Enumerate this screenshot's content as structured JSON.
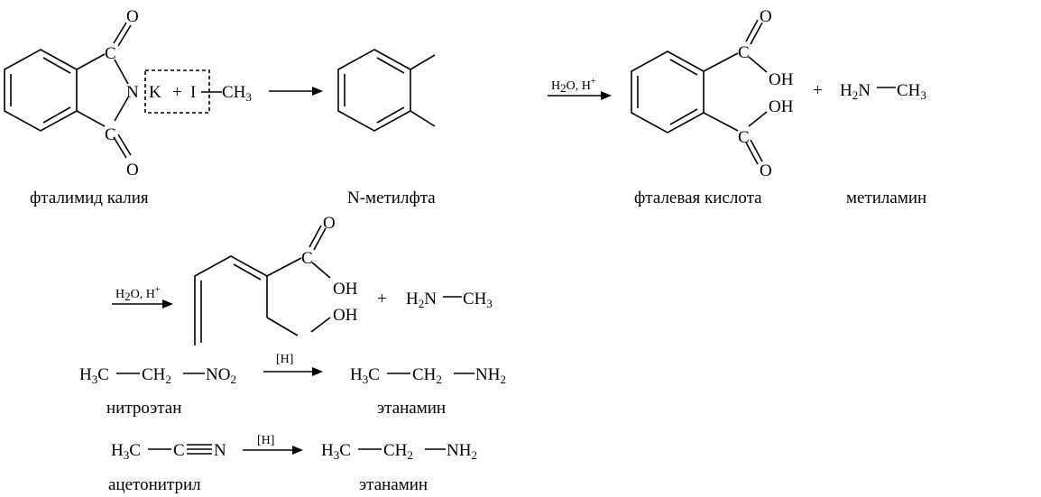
{
  "labels": {
    "potassium_phthalimide": "фталимид калия",
    "n_methylphthalimide": "N-метилфта",
    "phthalic_acid": "фталевая кислота",
    "methylamine": "метиламин",
    "nitroethane": "нитроэтан",
    "ethanamine_1": "этанамин",
    "acetonitrile": "ацетонитрил",
    "ethanamine_2": "этанамин"
  },
  "atoms": {
    "o": "O",
    "c": "C",
    "n": "N",
    "k": "K",
    "i": "I",
    "plus": "+",
    "oh": "OH",
    "h": "H",
    "ch": "CH",
    "sub2": "2",
    "sub3": "3"
  },
  "conditions": {
    "hydrolysis_h2o": "H",
    "hydrolysis_sub": "2",
    "hydrolysis_o": "O, H",
    "hydrolysis_sup": "+",
    "reduction": "[H]"
  },
  "formulas": {
    "h3c": "H",
    "h3c_sub": "3",
    "h3c_c": "C",
    "ch2": "CH",
    "ch2_sub": "2",
    "no2": "NO",
    "no2_sub": "2",
    "nh2": "NH",
    "nh2_sub": "2",
    "c_triple": "C",
    "n_triple": "N"
  }
}
